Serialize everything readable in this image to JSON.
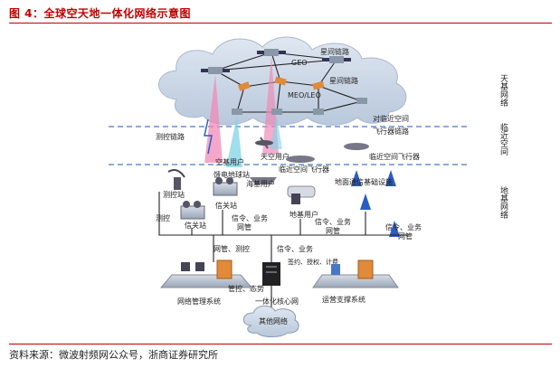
{
  "figure": {
    "title": "图 4：全球空天地一体化网络示意图",
    "source": "资料来源：微波射频网公众号，浙商证券研究所"
  },
  "layers": {
    "space": "天基网络",
    "near": "临近空间",
    "ground": "地基网络"
  },
  "labels": {
    "geo": "GEO",
    "inter_sat_link_1": "星间链路",
    "inter_sat_link_2": "星间链路",
    "meo_leo": "MEO/LEO",
    "to_near_space_vehicle": "对临近空间",
    "vehicle_2": "飞行器链路",
    "tt_link": "测控链路",
    "space_user": "空基用户",
    "sky_user": "天空用户",
    "near_space_vehicle": "临近空间飞行器",
    "near_space_vehicle_2": "临近空间飞行器",
    "feeder_station": "馈电地球站",
    "tt_station": "测控站",
    "gateway_station_1": "信关站",
    "gateway_station_2": "信关站",
    "sea_user": "海基用户",
    "ground_user": "地基用户",
    "ground_base_station": "地面通信基础设施",
    "tt": "测控",
    "signal_business_1": "信令、业务",
    "network_mgmt_1": "网管",
    "signal_business_2": "信令、业务",
    "network_mgmt_2": "网管",
    "signal_business_3": "信令、业务",
    "network_mgmt_3": "网管",
    "mgmt_tt": "网管、测控",
    "signal_business_4": "信令、业务",
    "sign_auth_bill": "签约、授权、计费",
    "tt_situation": "管控、态势",
    "network_mgmt_system": "网络管理系统",
    "core_network": "一体化核心网",
    "ops_support": "运营支撑系统",
    "other_networks": "其他网络"
  },
  "colors": {
    "title_red": "#c00000",
    "cloud": "#c9d6e6",
    "dash_blue": "#4a77c4",
    "beam_pink": "#f08ab8",
    "beam_cyan": "#7fd3e6",
    "sat_orange": "#e08a3a"
  }
}
